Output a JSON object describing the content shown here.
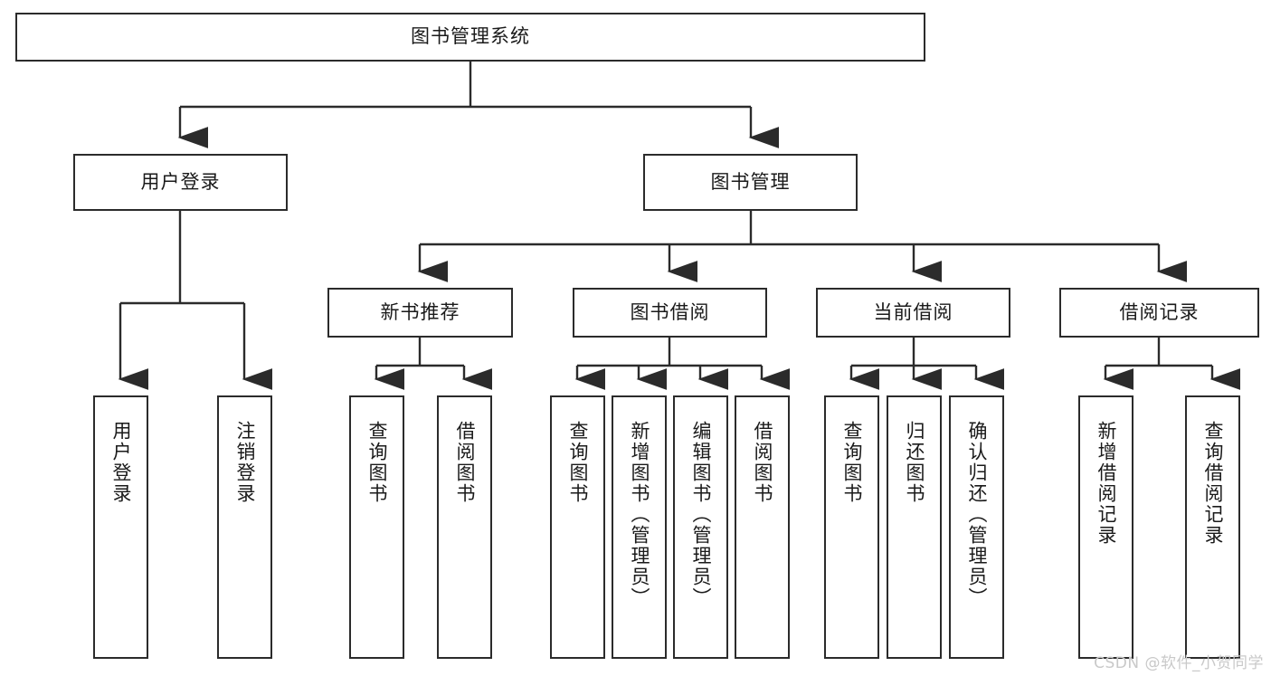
{
  "diagram": {
    "title": "图书管理系统",
    "type": "hierarchy-tree",
    "watermark": "CSDN @软件_小贺同学",
    "colors": {
      "box_border": "#2b2b2b",
      "box_fill": "#ffffff",
      "connector": "#2b2b2b",
      "text": "#1a1a1a",
      "watermark": "#c9c9c9",
      "background": "#ffffff"
    },
    "nodes": {
      "root": {
        "label": "图书管理系统"
      },
      "level2": [
        {
          "label": "用户登录"
        },
        {
          "label": "图书管理"
        }
      ],
      "level3": [
        {
          "label": "新书推荐"
        },
        {
          "label": "图书借阅"
        },
        {
          "label": "当前借阅"
        },
        {
          "label": "借阅记录"
        }
      ],
      "leaves": {
        "user_login": [
          {
            "label": "用户登录"
          },
          {
            "label": "注销登录"
          }
        ],
        "new_book_recommend": [
          {
            "label": "查询图书"
          },
          {
            "label": "借阅图书"
          }
        ],
        "book_borrow": [
          {
            "label": "查询图书"
          },
          {
            "label": "新增图书（管理员）"
          },
          {
            "label": "编辑图书（管理员）"
          },
          {
            "label": "借阅图书"
          }
        ],
        "current_borrow": [
          {
            "label": "查询图书"
          },
          {
            "label": "归还图书"
          },
          {
            "label": "确认归还（管理员）"
          }
        ],
        "borrow_record": [
          {
            "label": "新增借阅记录"
          },
          {
            "label": "查询借阅记录"
          }
        ]
      }
    }
  }
}
